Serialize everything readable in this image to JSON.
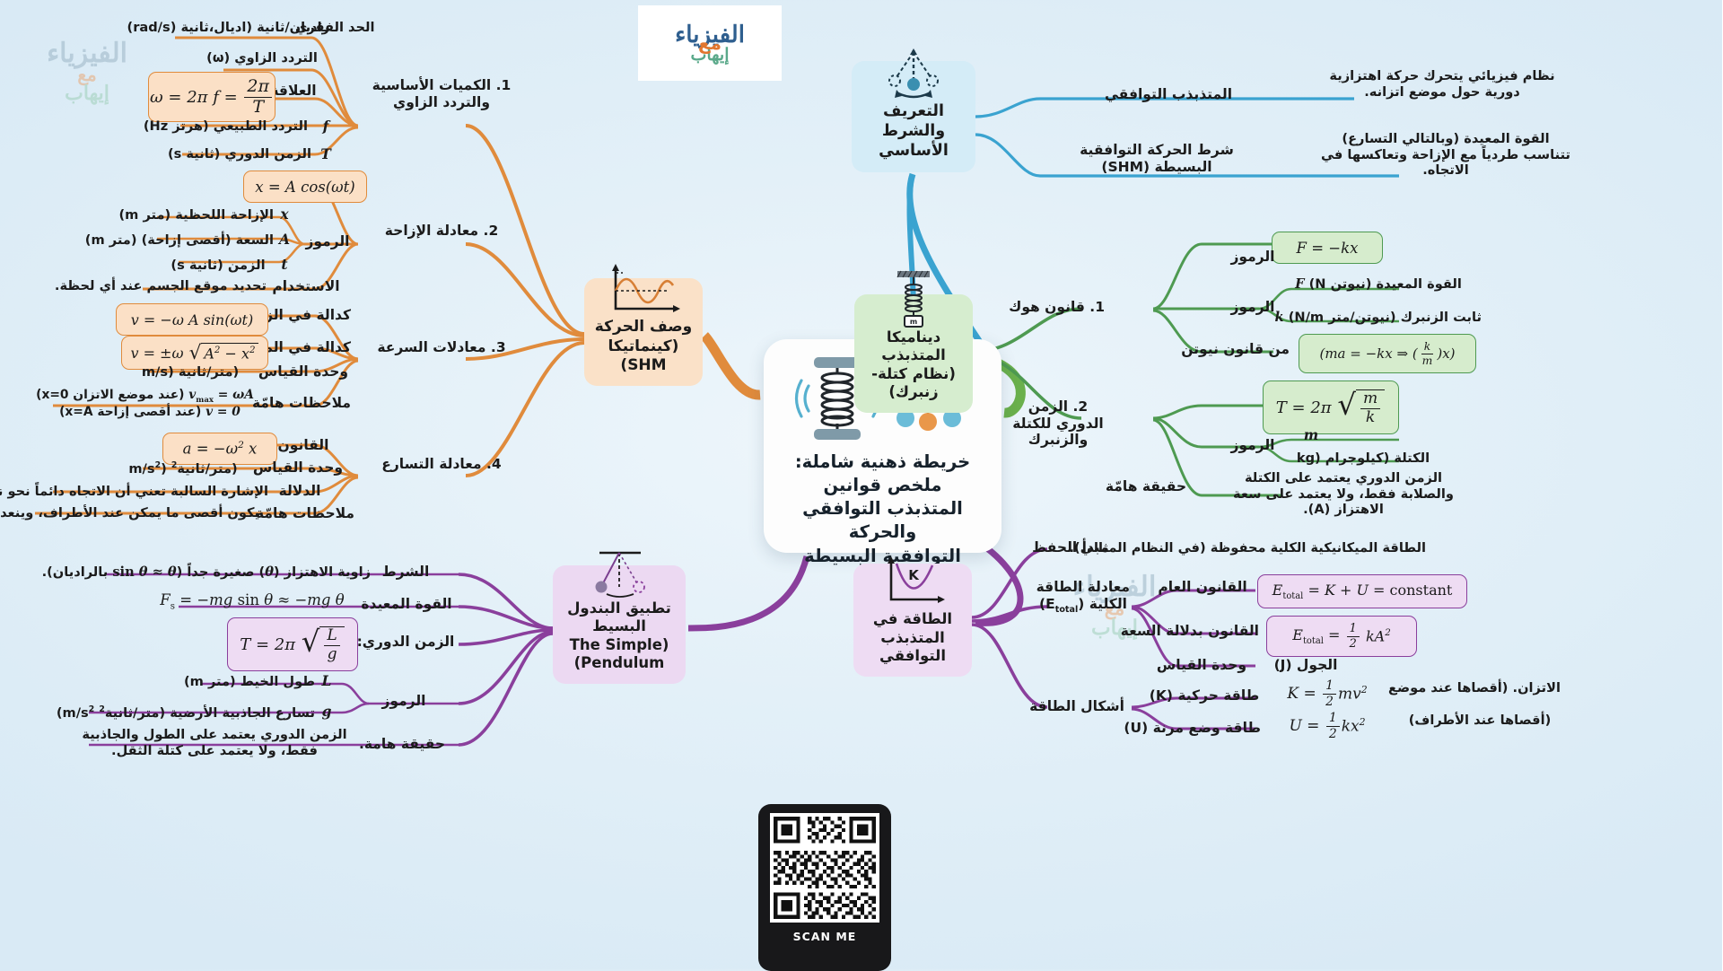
{
  "logo": {
    "line1": "الفيزياء",
    "line2": "إيهاب",
    "mid": "مع"
  },
  "center": {
    "title": "خريطة ذهنية شاملة:\nملخص قوانين المتذبذب التوافقي والحركة التوافقية البسيطة (SHM)",
    "title_lines": [
      "خريطة ذهنية شاملة:",
      "ملخص قوانين",
      "المتذبذب التوافقي والحركة",
      "التوافقية البسيطة (SHM)"
    ],
    "art": "spring-pendulum-icon"
  },
  "watermark": {
    "l1": "الفيزياء",
    "l2": "إيهاب",
    "m": "مع"
  },
  "qr": {
    "label": "SCAN ME"
  },
  "branches": {
    "definition": {
      "hub": "التعريف والشرط الأساسي",
      "color": "#3aa3d0",
      "art": "pendulum-swing-icon",
      "items": [
        {
          "label": "المتذبذب التوافقي",
          "value": "نظام فيزيائي يتحرك حركة اهتزازية دورية حول موضع اتزانه."
        },
        {
          "label": "شرط الحركة التوافقية البسيطة (SHM)",
          "value": "القوة المعيدة (وبالتالي التسارع) تتناسب طردياً مع الإزاحة وتعاكسها في الاتجاه."
        }
      ]
    },
    "kinematics": {
      "hub": "وصف الحركة (كينماتيكا SHM)",
      "color": "#e08b3c",
      "art": "sine-wave-chart-icon",
      "groups": [
        {
          "title": "1. الكميات الأساسية والتردد الزاوي",
          "items": [
            {
              "label": "الحد الفقري",
              "value": "راديان/ثانية (اديال،ثانية (rad/s)",
              "sub": "التردد الزاوي (ω)"
            },
            {
              "label": "العلاقة",
              "formula": "ω = 2π f = 2π/T"
            },
            {
              "label": "f",
              "value": "التردد الطبيعي (هرتز Hz)"
            },
            {
              "label": "T",
              "value": "الزمن الدوري (ثانية s)"
            }
          ]
        },
        {
          "title": "2. معادلة الإزاحة",
          "formula_top": "x = A cos(ωt)",
          "items": [
            {
              "label": "الرموز",
              "rows": [
                {
                  "sym": "x",
                  "text": "الإزاحة اللحظية (متر m)"
                },
                {
                  "sym": "A",
                  "text": "السعة (أقصى إزاحة) (متر m)"
                },
                {
                  "sym": "t",
                  "text": "الزمن (ثانية s)"
                }
              ]
            },
            {
              "label": "الاستخدام",
              "value": "تحديد موقع الجسم عند أي لحظة."
            }
          ]
        },
        {
          "title": "3. معادلات السرعة",
          "items": [
            {
              "label": "كدالة في الزمن",
              "formula": "v = −ω A sin(ωt)"
            },
            {
              "label": "كدالة في الموقع",
              "formula": "v = ±ω √(A² − x²)"
            },
            {
              "label": "وحدة القياس",
              "value": "(متر/ثانية (m/s"
            },
            {
              "label": "ملاحظات هامّة",
              "value": "v_max = ωA (عند موضع الاتزان x=0)\nv = 0 (عند أقصى إزاحة x=A)"
            }
          ]
        },
        {
          "title": "4. معادلة التسارع",
          "items": [
            {
              "label": "القانون",
              "formula": "a = −ω² x"
            },
            {
              "label": "وحدة القياس",
              "value": "(متر/ثانية² (m/s²"
            },
            {
              "label": "الدلالة",
              "value": "الإشارة السالبة تعني أن الاتجاه دائماً نحو نقطة الاتزان."
            },
            {
              "label": "ملاحظات هامّة",
              "value": "يكون أقصى ما يمكن عند الأطراف، وينعدم عند الاتزان."
            }
          ]
        }
      ]
    },
    "dynamics": {
      "hub": "ديناميكا المتذبذب (نظام كتلة-زنبرك)",
      "color": "#4e9a51",
      "art": "spring-mass-icon",
      "groups": [
        {
          "title": "1. قانون هوك",
          "formula_top": "F = −kx",
          "items": [
            {
              "label": "الرموز",
              "rows": [
                {
                  "sym": "F (N",
                  "text": "القوة المعيدة (نيوتن"
                },
                {
                  "sym": "k (N/m",
                  "text": "ثابت الزنبرك (نيوتن/متر"
                }
              ]
            },
            {
              "label": "من قانون نيوتن",
              "formula": "(ma = −kx ⇒ (k/m)x)"
            }
          ]
        },
        {
          "title": "2. الزمن الدوري للكتلة والزنبرك",
          "formula_top": "T = 2π √(m/k)",
          "items": [
            {
              "label": "الرموز",
              "rows": [
                {
                  "sym": "m",
                  "text": ""
                },
                {
                  "sym": "kg",
                  "text": "الكتلة (كيلوجرام"
                }
              ]
            },
            {
              "label": "حقيقة هامّة",
              "value": "الزمن الدوري يعتمد على الكتلة والصلابة فقط، ولا يعتمد على سعة الاهتزاز (A)."
            }
          ]
        }
      ]
    },
    "energy": {
      "hub": "الطاقة في المتذبذب التوافقي",
      "color": "#8a3f9c",
      "art": "energy-parabola-icon",
      "art_label": "K",
      "groups": [
        {
          "title": "مبدأ الحفظ",
          "value": "الطاقة الميكانيكية الكلية محفوظة (في النظام المثالي)."
        },
        {
          "title": "معادلة الطاقة الكلية (E_total)",
          "items": [
            {
              "label": "القانون العام",
              "formula": "E_total = K + U = constant"
            },
            {
              "label": "القانون بدلالة السعة",
              "formula": "E_total = ½ kA²"
            },
            {
              "label": "وحدة القياس",
              "value": "الجول (J)"
            }
          ]
        },
        {
          "title": "أشكال الطاقة",
          "items": [
            {
              "label": "طاقة حركية (K)",
              "formula": "K = ½ mv²",
              "value": "(أقصاها عند موضع الاتزان)."
            },
            {
              "label": "طاقة وضع مرنة (U)",
              "formula": "U = ½ kx²",
              "value": "(أقصاها عند الأطراف)"
            }
          ]
        }
      ]
    },
    "pendulum": {
      "hub": "تطبيق البندول البسيط (The Simple Pendulum)",
      "hub_lines": [
        "تطبيق البندول البسيط",
        "(The Simple",
        "Pendulum)"
      ],
      "color": "#8a3f9c",
      "art": "simple-pendulum-icon",
      "items": [
        {
          "label": "الشرط",
          "value": "زاوية الاهتزاز (θ) صغيرة جداً (sin θ ≈ θ بالراديان)."
        },
        {
          "label": "القوة المعيدة",
          "formula": "F_s = −mg sin θ ≈ −mg θ"
        },
        {
          "label": "الزمن الدوري:",
          "formula": "T = 2π √(L/g)"
        },
        {
          "label": "الرموز",
          "rows": [
            {
              "sym": "L",
              "text": "طول الخيط (متر m)"
            },
            {
              "sym": "g",
              "text": "تسارع الجاذبية الأرضية (متر/ثانية² m/s²)"
            }
          ]
        },
        {
          "label": "حقيقة هامة.",
          "value": "الزمن الدوري يعتمد على الطول والجاذبية فقط، ولا يعتمد على كتلة الثقل."
        }
      ]
    }
  }
}
